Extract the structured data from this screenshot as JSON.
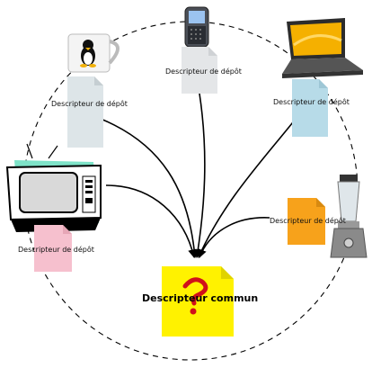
{
  "diagram": {
    "center_label": "Descripteur commun",
    "devices": [
      {
        "name": "linux-mug",
        "descriptor_label": "Descripteur de dépôt",
        "doc_color": "#dde5e8"
      },
      {
        "name": "smartphone",
        "descriptor_label": "Descripteur de dépôt",
        "doc_color": "#e4e6e8"
      },
      {
        "name": "laptop",
        "descriptor_label": "Descripteur de dépôt",
        "doc_color": "#b7dbe8"
      },
      {
        "name": "television",
        "descriptor_label": "Descripteur de dépôt",
        "doc_color": "#f6c0ce"
      },
      {
        "name": "blender",
        "descriptor_label": "Descripteur de dépôt",
        "doc_color": "#f7a21b"
      }
    ],
    "common_doc_color": "#fff200"
  }
}
